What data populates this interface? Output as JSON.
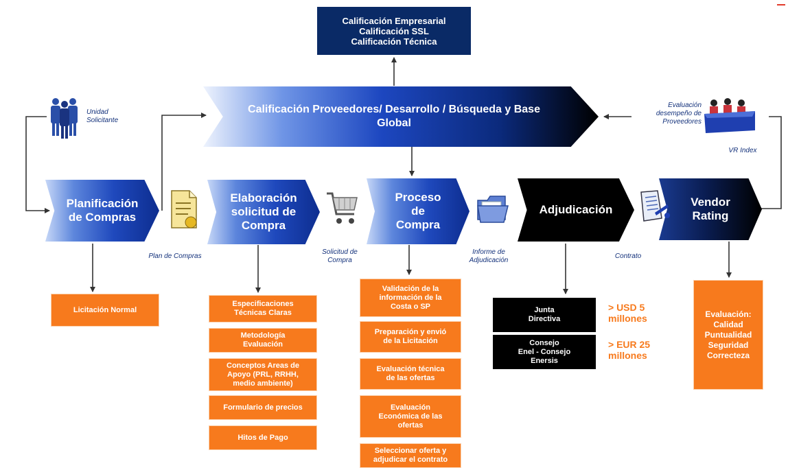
{
  "top_box": {
    "line1": "Calificación Empresarial",
    "line2": "Calificación SSL",
    "line3": "Calificación Técnica"
  },
  "big_banner": "Calificación Proveedores/  Desarrollo / Búsqueda  y  Base Global",
  "left_caption": "Unidad\nSolicitante",
  "right_caption": "Evaluación\ndesempeño de\nProveedores",
  "vr_index": "VR Index",
  "stages": [
    "Planificación\nde Compras",
    "Elaboración\nsolicitud de\nCompra",
    "Proceso\nde\nCompra",
    "Adjudicación",
    "Vendor\nRating"
  ],
  "connector_labels": [
    "Plan de Compras",
    "Solicitud de\nCompra",
    "Informe de\nAdjudicación",
    "Contrato"
  ],
  "planificacion_box": "Licitación Normal",
  "elaboracion_boxes": [
    "Especificaciones\nTécnicas   Claras",
    "Metodología\nEvaluación",
    "Conceptos Areas de\nApoyo (PRL, RRHH,\nmedio ambiente)",
    "Formulario de precios",
    "Hitos de Pago"
  ],
  "proceso_boxes": [
    "Validación de  la\ninformación de la\nCosta o SP",
    "Preparación y envió\nde  la Licitación",
    "Evaluación técnica\nde las ofertas",
    "Evaluación\nEconómica de las\nofertas",
    "Seleccionar oferta  y\nadjudicar el contrato"
  ],
  "adjudicacion_boxes": [
    "Junta\nDirectiva",
    "Consejo\nEnel  -  Consejo\nEnersis"
  ],
  "limits": [
    "> USD 5\n   millones",
    "> EUR 25\n   millones"
  ],
  "vendor_box": "Evaluación:\nCalidad\nPuntualidad\nSeguridad\nCorrecteza",
  "colors": {
    "navy": "#0a2a66",
    "orange": "#f77a1d",
    "caption_blue": "#12307a"
  }
}
